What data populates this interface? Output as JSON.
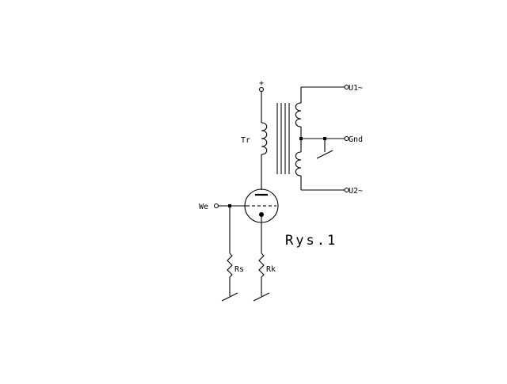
{
  "diagram": {
    "title": "Rys.1",
    "labels": {
      "plus": "+",
      "transformer": "Tr",
      "output_top": "U1~",
      "ground": "Gnd",
      "output_bottom": "U2~",
      "input": "We",
      "grid_resistor": "Rs",
      "cathode_resistor": "Rk"
    }
  },
  "colors": {
    "ink": "#000000",
    "background": "#ffffff"
  }
}
